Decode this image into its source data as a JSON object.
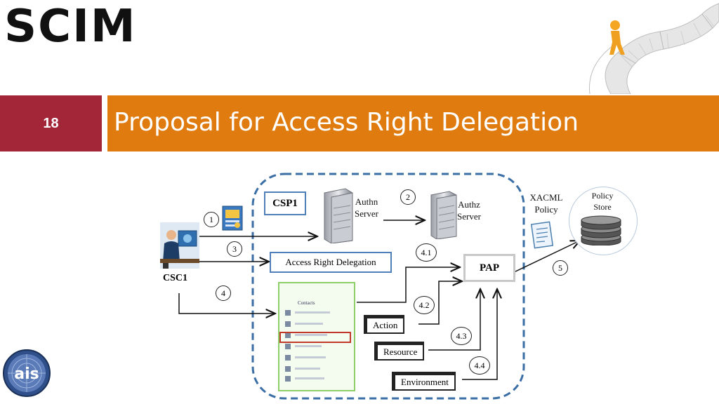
{
  "brand": {
    "logo_text": "SCIM"
  },
  "slide": {
    "number": "18",
    "title": "Proposal for Access Right Delegation"
  },
  "diagram": {
    "csp_label": "CSP1",
    "authn_label_1": "Authn",
    "authn_label_2": "Server",
    "authz_label_1": "Authz",
    "authz_label_2": "Server",
    "xacml_label_1": "XACML",
    "xacml_label_2": "Policy",
    "policy_store_label_1": "Policy",
    "policy_store_label_2": "Store",
    "user_label": "CSC1",
    "delegation_label": "Access Right Delegation",
    "pap_label": "PAP",
    "action_label": "Action",
    "resource_label": "Resource",
    "environment_label": "Environment",
    "contacts_heading": "Contacts",
    "steps": [
      "1",
      "2",
      "3",
      "4",
      "4.1",
      "4.2",
      "4.3",
      "4.4",
      "5"
    ]
  },
  "colors": {
    "number_box": "#a32638",
    "title_bar": "#e07b10",
    "dashed_border": "#3a6ea5",
    "delegation_border": "#4f7fb8",
    "highlight": "#c0392b"
  },
  "badge": {
    "text": "ais"
  }
}
